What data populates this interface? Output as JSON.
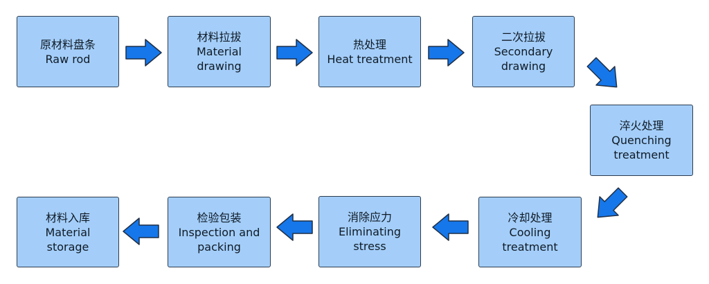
{
  "colors": {
    "box_fill": "#a4cef9",
    "box_border": "#2b3b4f",
    "arrow_fill": "#1677ea",
    "arrow_stroke": "#1f2f45"
  },
  "icons": {
    "arrow_right": "arrow-right-icon",
    "arrow_left": "arrow-left-icon",
    "arrow_down_right": "arrow-down-right-icon",
    "arrow_down_left": "arrow-down-left-icon"
  },
  "steps": [
    {
      "zh": "原材料盘条",
      "en1": "Raw rod",
      "en2": ""
    },
    {
      "zh": "材料拉拔",
      "en1": "Material",
      "en2": "drawing"
    },
    {
      "zh": "热处理",
      "en1": "Heat treatment",
      "en2": ""
    },
    {
      "zh": "二次拉拔",
      "en1": "Secondary",
      "en2": "drawing"
    },
    {
      "zh": "淬火处理",
      "en1": "Quenching",
      "en2": "treatment"
    },
    {
      "zh": "冷却处理",
      "en1": "Cooling",
      "en2": "treatment"
    },
    {
      "zh": "消除应力",
      "en1": "Eliminating",
      "en2": "stress"
    },
    {
      "zh": "检验包装",
      "en1": "Inspection and",
      "en2": "packing"
    },
    {
      "zh": "材料入库",
      "en1": "Material",
      "en2": "storage"
    }
  ]
}
